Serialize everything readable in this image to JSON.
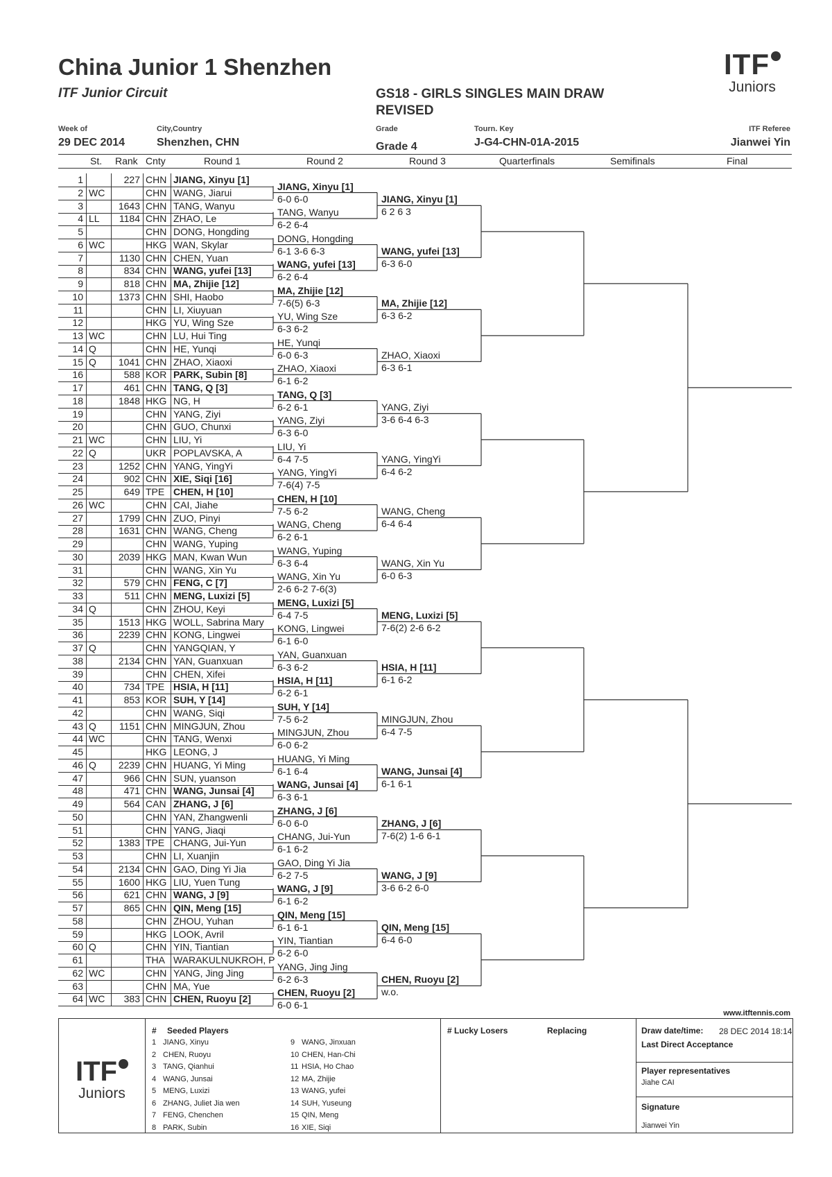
{
  "header": {
    "title": "China Junior 1 Shenzhen",
    "circuit": "ITF Junior Circuit",
    "event_line1": "GS18 - GIRLS SINGLES MAIN DRAW",
    "event_line2": "REVISED",
    "week_label": "Week of",
    "week_value": "29 DEC 2014",
    "city_label": "City,Country",
    "city_value": "Shenzhen, CHN",
    "grade_label": "Grade",
    "grade_value": "Grade 4",
    "key_label": "Tourn. Key",
    "key_value": "J-G4-CHN-01A-2015",
    "referee_label": "ITF Referee",
    "referee_value": "Jianwei Yin",
    "logo_text": "ITF",
    "logo_sub": "Juniors"
  },
  "columns": {
    "st": "St.",
    "rank": "Rank",
    "cnty": "Cnty",
    "r1": "Round 1",
    "r2": "Round 2",
    "r3": "Round 3",
    "qf": "Quarterfinals",
    "sf": "Semifinals",
    "final": "Final"
  },
  "players": [
    {
      "n": "1",
      "st": "",
      "rank": "227",
      "c": "CHN",
      "name": "JIANG, Xinyu [1]",
      "b": true
    },
    {
      "n": "2",
      "st": "WC",
      "rank": "",
      "c": "CHN",
      "name": "WANG, Jiarui",
      "b": false
    },
    {
      "n": "3",
      "st": "",
      "rank": "1643",
      "c": "CHN",
      "name": "TANG, Wanyu",
      "b": false
    },
    {
      "n": "4",
      "st": "LL",
      "rank": "1184",
      "c": "CHN",
      "name": "ZHAO, Le",
      "b": false
    },
    {
      "n": "5",
      "st": "",
      "rank": "",
      "c": "CHN",
      "name": "DONG, Hongding",
      "b": false
    },
    {
      "n": "6",
      "st": "WC",
      "rank": "",
      "c": "HKG",
      "name": "WAN, Skylar",
      "b": false
    },
    {
      "n": "7",
      "st": "",
      "rank": "1130",
      "c": "CHN",
      "name": "CHEN, Yuan",
      "b": false
    },
    {
      "n": "8",
      "st": "",
      "rank": "834",
      "c": "CHN",
      "name": "WANG, yufei [13]",
      "b": true
    },
    {
      "n": "9",
      "st": "",
      "rank": "818",
      "c": "CHN",
      "name": "MA, Zhijie [12]",
      "b": true
    },
    {
      "n": "10",
      "st": "",
      "rank": "1373",
      "c": "CHN",
      "name": "SHI, Haobo",
      "b": false
    },
    {
      "n": "11",
      "st": "",
      "rank": "",
      "c": "CHN",
      "name": "LI, Xiuyuan",
      "b": false
    },
    {
      "n": "12",
      "st": "",
      "rank": "",
      "c": "HKG",
      "name": "YU, Wing Sze",
      "b": false
    },
    {
      "n": "13",
      "st": "WC",
      "rank": "",
      "c": "CHN",
      "name": "LU, Hui Ting",
      "b": false
    },
    {
      "n": "14",
      "st": "Q",
      "rank": "",
      "c": "CHN",
      "name": "HE, Yunqi",
      "b": false
    },
    {
      "n": "15",
      "st": "Q",
      "rank": "1041",
      "c": "CHN",
      "name": "ZHAO, Xiaoxi",
      "b": false
    },
    {
      "n": "16",
      "st": "",
      "rank": "588",
      "c": "KOR",
      "name": "PARK, Subin [8]",
      "b": true
    },
    {
      "n": "17",
      "st": "",
      "rank": "461",
      "c": "CHN",
      "name": "TANG, Q [3]",
      "b": true
    },
    {
      "n": "18",
      "st": "",
      "rank": "1848",
      "c": "HKG",
      "name": "NG, H",
      "b": false
    },
    {
      "n": "19",
      "st": "",
      "rank": "",
      "c": "CHN",
      "name": "YANG, Ziyi",
      "b": false
    },
    {
      "n": "20",
      "st": "",
      "rank": "",
      "c": "CHN",
      "name": "GUO, Chunxi",
      "b": false
    },
    {
      "n": "21",
      "st": "WC",
      "rank": "",
      "c": "CHN",
      "name": "LIU, Yi",
      "b": false
    },
    {
      "n": "22",
      "st": "Q",
      "rank": "",
      "c": "UKR",
      "name": "POPLAVSKA, A",
      "b": false
    },
    {
      "n": "23",
      "st": "",
      "rank": "1252",
      "c": "CHN",
      "name": "YANG, YingYi",
      "b": false
    },
    {
      "n": "24",
      "st": "",
      "rank": "902",
      "c": "CHN",
      "name": "XIE, Siqi [16]",
      "b": true
    },
    {
      "n": "25",
      "st": "",
      "rank": "649",
      "c": "TPE",
      "name": "CHEN, H [10]",
      "b": true
    },
    {
      "n": "26",
      "st": "WC",
      "rank": "",
      "c": "CHN",
      "name": "CAI, Jiahe",
      "b": false
    },
    {
      "n": "27",
      "st": "",
      "rank": "1799",
      "c": "CHN",
      "name": "ZUO, Pinyi",
      "b": false
    },
    {
      "n": "28",
      "st": "",
      "rank": "1631",
      "c": "CHN",
      "name": "WANG, Cheng",
      "b": false
    },
    {
      "n": "29",
      "st": "",
      "rank": "",
      "c": "CHN",
      "name": "WANG, Yuping",
      "b": false
    },
    {
      "n": "30",
      "st": "",
      "rank": "2039",
      "c": "HKG",
      "name": "MAN, Kwan Wun",
      "b": false
    },
    {
      "n": "31",
      "st": "",
      "rank": "",
      "c": "CHN",
      "name": "WANG, Xin Yu",
      "b": false
    },
    {
      "n": "32",
      "st": "",
      "rank": "579",
      "c": "CHN",
      "name": "FENG, C [7]",
      "b": true
    },
    {
      "n": "33",
      "st": "",
      "rank": "511",
      "c": "CHN",
      "name": "MENG, Luxizi [5]",
      "b": true
    },
    {
      "n": "34",
      "st": "Q",
      "rank": "",
      "c": "CHN",
      "name": "ZHOU, Keyi",
      "b": false
    },
    {
      "n": "35",
      "st": "",
      "rank": "1513",
      "c": "HKG",
      "name": "WOLL, Sabrina Mary",
      "b": false
    },
    {
      "n": "36",
      "st": "",
      "rank": "2239",
      "c": "CHN",
      "name": "KONG, Lingwei",
      "b": false
    },
    {
      "n": "37",
      "st": "Q",
      "rank": "",
      "c": "CHN",
      "name": "YANGQIAN, Y",
      "b": false
    },
    {
      "n": "38",
      "st": "",
      "rank": "2134",
      "c": "CHN",
      "name": "YAN, Guanxuan",
      "b": false
    },
    {
      "n": "39",
      "st": "",
      "rank": "",
      "c": "CHN",
      "name": "CHEN, Xifei",
      "b": false
    },
    {
      "n": "40",
      "st": "",
      "rank": "734",
      "c": "TPE",
      "name": "HSIA, H [11]",
      "b": true
    },
    {
      "n": "41",
      "st": "",
      "rank": "853",
      "c": "KOR",
      "name": "SUH, Y [14]",
      "b": true
    },
    {
      "n": "42",
      "st": "",
      "rank": "",
      "c": "CHN",
      "name": "WANG, Siqi",
      "b": false
    },
    {
      "n": "43",
      "st": "Q",
      "rank": "1151",
      "c": "CHN",
      "name": "MINGJUN, Zhou",
      "b": false
    },
    {
      "n": "44",
      "st": "WC",
      "rank": "",
      "c": "CHN",
      "name": "TANG, Wenxi",
      "b": false
    },
    {
      "n": "45",
      "st": "",
      "rank": "",
      "c": "HKG",
      "name": "LEONG, J",
      "b": false
    },
    {
      "n": "46",
      "st": "Q",
      "rank": "2239",
      "c": "CHN",
      "name": "HUANG, Yi Ming",
      "b": false
    },
    {
      "n": "47",
      "st": "",
      "rank": "966",
      "c": "CHN",
      "name": "SUN, yuanson",
      "b": false
    },
    {
      "n": "48",
      "st": "",
      "rank": "471",
      "c": "CHN",
      "name": "WANG, Junsai [4]",
      "b": true
    },
    {
      "n": "49",
      "st": "",
      "rank": "564",
      "c": "CAN",
      "name": "ZHANG, J [6]",
      "b": true
    },
    {
      "n": "50",
      "st": "",
      "rank": "",
      "c": "CHN",
      "name": "YAN, Zhangwenli",
      "b": false
    },
    {
      "n": "51",
      "st": "",
      "rank": "",
      "c": "CHN",
      "name": "YANG, Jiaqi",
      "b": false
    },
    {
      "n": "52",
      "st": "",
      "rank": "1383",
      "c": "TPE",
      "name": "CHANG, Jui-Yun",
      "b": false
    },
    {
      "n": "53",
      "st": "",
      "rank": "",
      "c": "CHN",
      "name": "LI, Xuanjin",
      "b": false
    },
    {
      "n": "54",
      "st": "",
      "rank": "2134",
      "c": "CHN",
      "name": "GAO, Ding Yi Jia",
      "b": false
    },
    {
      "n": "55",
      "st": "",
      "rank": "1600",
      "c": "HKG",
      "name": "LIU, Yuen Tung",
      "b": false
    },
    {
      "n": "56",
      "st": "",
      "rank": "621",
      "c": "CHN",
      "name": "WANG, J [9]",
      "b": true
    },
    {
      "n": "57",
      "st": "",
      "rank": "865",
      "c": "CHN",
      "name": "QIN, Meng [15]",
      "b": true
    },
    {
      "n": "58",
      "st": "",
      "rank": "",
      "c": "CHN",
      "name": "ZHOU, Yuhan",
      "b": false
    },
    {
      "n": "59",
      "st": "",
      "rank": "",
      "c": "HKG",
      "name": "LOOK, Avril",
      "b": false
    },
    {
      "n": "60",
      "st": "Q",
      "rank": "",
      "c": "CHN",
      "name": "YIN, Tiantian",
      "b": false
    },
    {
      "n": "61",
      "st": "",
      "rank": "",
      "c": "THA",
      "name": "WARAKULNUKROH, P",
      "b": false
    },
    {
      "n": "62",
      "st": "WC",
      "rank": "",
      "c": "CHN",
      "name": "YANG, Jing Jing",
      "b": false
    },
    {
      "n": "63",
      "st": "",
      "rank": "",
      "c": "CHN",
      "name": "MA, Yue",
      "b": false
    },
    {
      "n": "64",
      "st": "WC",
      "rank": "383",
      "c": "CHN",
      "name": "CHEN, Ruoyu [2]",
      "b": true
    }
  ],
  "round2": [
    {
      "name": "JIANG, Xinyu [1]",
      "score": "6-0 6-0",
      "b": true
    },
    {
      "name": "TANG, Wanyu",
      "score": "6-2 6-4",
      "b": false
    },
    {
      "name": "DONG, Hongding",
      "score": "6-1 3-6 6-3",
      "b": false
    },
    {
      "name": "WANG, yufei [13]",
      "score": "6-2 6-4",
      "b": true
    },
    {
      "name": "MA, Zhijie [12]",
      "score": "7-6(5) 6-3",
      "b": true
    },
    {
      "name": "YU, Wing Sze",
      "score": "6-3 6-2",
      "b": false
    },
    {
      "name": "HE, Yunqi",
      "score": "6-0 6-3",
      "b": false
    },
    {
      "name": "ZHAO, Xiaoxi",
      "score": "6-1 6-2",
      "b": false
    },
    {
      "name": "TANG, Q [3]",
      "score": "6-2 6-1",
      "b": true
    },
    {
      "name": "YANG, Ziyi",
      "score": "6-3 6-0",
      "b": false
    },
    {
      "name": "LIU, Yi",
      "score": "6-4 7-5",
      "b": false
    },
    {
      "name": "YANG, YingYi",
      "score": "7-6(4) 7-5",
      "b": false
    },
    {
      "name": "CHEN, H [10]",
      "score": "7-5 6-2",
      "b": true
    },
    {
      "name": "WANG, Cheng",
      "score": "6-2 6-1",
      "b": false
    },
    {
      "name": "WANG, Yuping",
      "score": "6-3 6-4",
      "b": false
    },
    {
      "name": "WANG, Xin Yu",
      "score": "2-6 6-2 7-6(3)",
      "b": false
    },
    {
      "name": "MENG, Luxizi [5]",
      "score": "6-4 7-5",
      "b": true
    },
    {
      "name": "KONG, Lingwei",
      "score": "6-1 6-0",
      "b": false
    },
    {
      "name": "YAN, Guanxuan",
      "score": "6-3 6-2",
      "b": false
    },
    {
      "name": "HSIA, H [11]",
      "score": "6-2 6-1",
      "b": true
    },
    {
      "name": "SUH, Y [14]",
      "score": "7-5 6-2",
      "b": true
    },
    {
      "name": "MINGJUN, Zhou",
      "score": "6-0 6-2",
      "b": false
    },
    {
      "name": "HUANG, Yi Ming",
      "score": "6-1 6-4",
      "b": false
    },
    {
      "name": "WANG, Junsai [4]",
      "score": "6-3 6-1",
      "b": true
    },
    {
      "name": "ZHANG, J [6]",
      "score": "6-0 6-0",
      "b": true
    },
    {
      "name": "CHANG, Jui-Yun",
      "score": "6-1 6-2",
      "b": false
    },
    {
      "name": "GAO, Ding Yi Jia",
      "score": "6-2 7-5",
      "b": false
    },
    {
      "name": "WANG, J [9]",
      "score": "6-1 6-2",
      "b": true
    },
    {
      "name": "QIN, Meng [15]",
      "score": "6-1 6-1",
      "b": true
    },
    {
      "name": "YIN, Tiantian",
      "score": "6-2 6-0",
      "b": false
    },
    {
      "name": "YANG, Jing Jing",
      "score": "6-2 6-3",
      "b": false
    },
    {
      "name": "CHEN, Ruoyu [2]",
      "score": "6-0 6-1",
      "b": true
    }
  ],
  "round3": [
    {
      "name": "JIANG, Xinyu [1]",
      "score": "6 2 6 3",
      "b": true
    },
    {
      "name": "WANG, yufei [13]",
      "score": "6-3 6-0",
      "b": true
    },
    {
      "name": "MA, Zhijie [12]",
      "score": "6-3 6-2",
      "b": true
    },
    {
      "name": "ZHAO, Xiaoxi",
      "score": "6-3 6-1",
      "b": false
    },
    {
      "name": "YANG, Ziyi",
      "score": "3-6 6-4 6-3",
      "b": false
    },
    {
      "name": "YANG, YingYi",
      "score": "6-4 6-2",
      "b": false
    },
    {
      "name": "WANG, Cheng",
      "score": "6-4 6-4",
      "b": false
    },
    {
      "name": "WANG, Xin Yu",
      "score": "6-0 6-3",
      "b": false
    },
    {
      "name": "MENG, Luxizi [5]",
      "score": "7-6(2) 2-6 6-2",
      "b": true
    },
    {
      "name": "HSIA, H [11]",
      "score": "6-1 6-2",
      "b": true
    },
    {
      "name": "MINGJUN, Zhou",
      "score": "6-4 7-5",
      "b": false
    },
    {
      "name": "WANG, Junsai [4]",
      "score": "6-1 6-1",
      "b": true
    },
    {
      "name": "ZHANG, J [6]",
      "score": "7-6(2) 1-6 6-1",
      "b": true
    },
    {
      "name": "WANG, J [9]",
      "score": "3-6 6-2 6-0",
      "b": true
    },
    {
      "name": "QIN, Meng [15]",
      "score": "6-4 6-0",
      "b": true
    },
    {
      "name": "CHEN, Ruoyu [2]",
      "score": "w.o.",
      "b": true
    }
  ],
  "footer": {
    "website": "www.itftennis.com",
    "seeded_hash": "#",
    "seeded_title": "Seeded Players",
    "seeded": [
      {
        "n": "1",
        "name": "JIANG, Xinyu"
      },
      {
        "n": "2",
        "name": "CHEN, Ruoyu"
      },
      {
        "n": "3",
        "name": "TANG, Qianhui"
      },
      {
        "n": "4",
        "name": "WANG, Junsai"
      },
      {
        "n": "5",
        "name": "MENG, Luxizi"
      },
      {
        "n": "6",
        "name": "ZHANG, Juliet Jia wen"
      },
      {
        "n": "7",
        "name": "FENG, Chenchen"
      },
      {
        "n": "8",
        "name": "PARK, Subin"
      },
      {
        "n": "9",
        "name": "WANG, Jinxuan"
      },
      {
        "n": "10",
        "name": "CHEN, Han-Chi"
      },
      {
        "n": "11",
        "name": "HSIA, Ho Chao"
      },
      {
        "n": "12",
        "name": "MA, Zhijie"
      },
      {
        "n": "13",
        "name": "WANG, yufei"
      },
      {
        "n": "14",
        "name": "SUH, Yuseung"
      },
      {
        "n": "15",
        "name": "QIN, Meng"
      },
      {
        "n": "16",
        "name": "XIE, Siqi"
      }
    ],
    "lucky_title": "# Lucky Losers",
    "replacing_title": "Replacing",
    "draw_label": "Draw date/time:",
    "draw_value": "28 DEC 2014 18:14",
    "last_direct": "Last Direct Acceptance",
    "reps_title": "Player representatives",
    "reps_value": "Jiahe CAI",
    "signature_title": "Signature",
    "signature_value": "Jianwei Yin",
    "logo_text": "ITF",
    "logo_sub": "Juniors"
  }
}
